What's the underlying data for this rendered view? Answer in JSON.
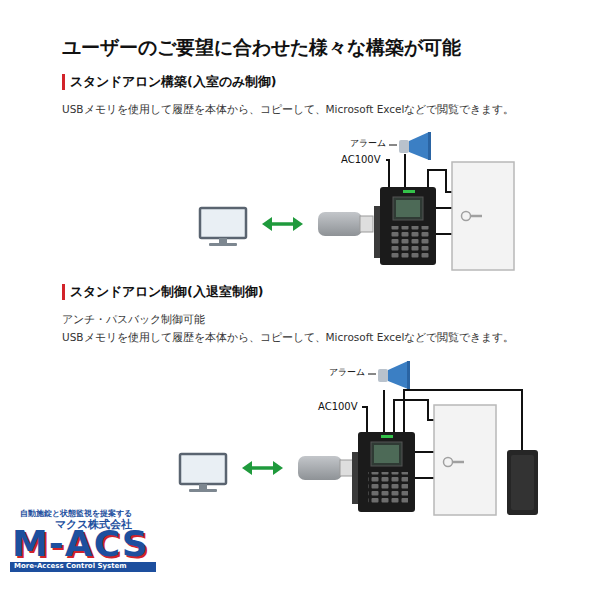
{
  "diagram": {
    "title": "ユーザーのご要望に合わせた様々な構築が可能",
    "labels": [
      "スタンドアロン構築(入室のみ制御)",
      "USBメモリを使用して履歴を本体から、コピーして、Microsoft Excelなどで閲覧できます。",
      "アラーム",
      "AC100V",
      "スタンドアロン制御(入退室制御)",
      "アンチ・パスバック制御可能",
      "USBメモリを使用して履歴を本体から、コピーして、Microsoft Excelなどで閲覧できます。",
      "アラーム",
      "AC100V",
      "自動施錠と状態監視を提案する",
      "マクス株式会社",
      "M-ACS",
      "More-Access Control System"
    ]
  }
}
